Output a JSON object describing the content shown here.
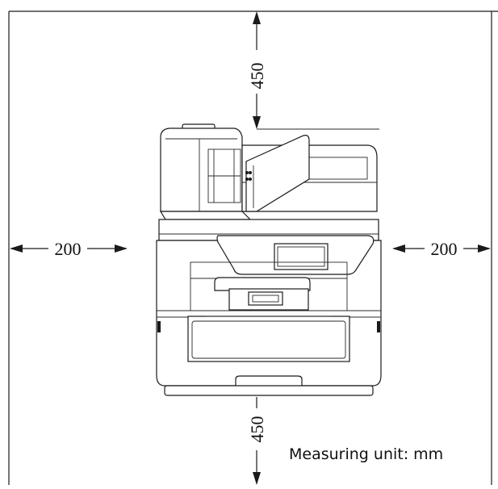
{
  "dimensions": {
    "top": "450",
    "bottom": "450",
    "left": "200",
    "right": "200"
  },
  "unit_note": "Measuring unit: mm"
}
